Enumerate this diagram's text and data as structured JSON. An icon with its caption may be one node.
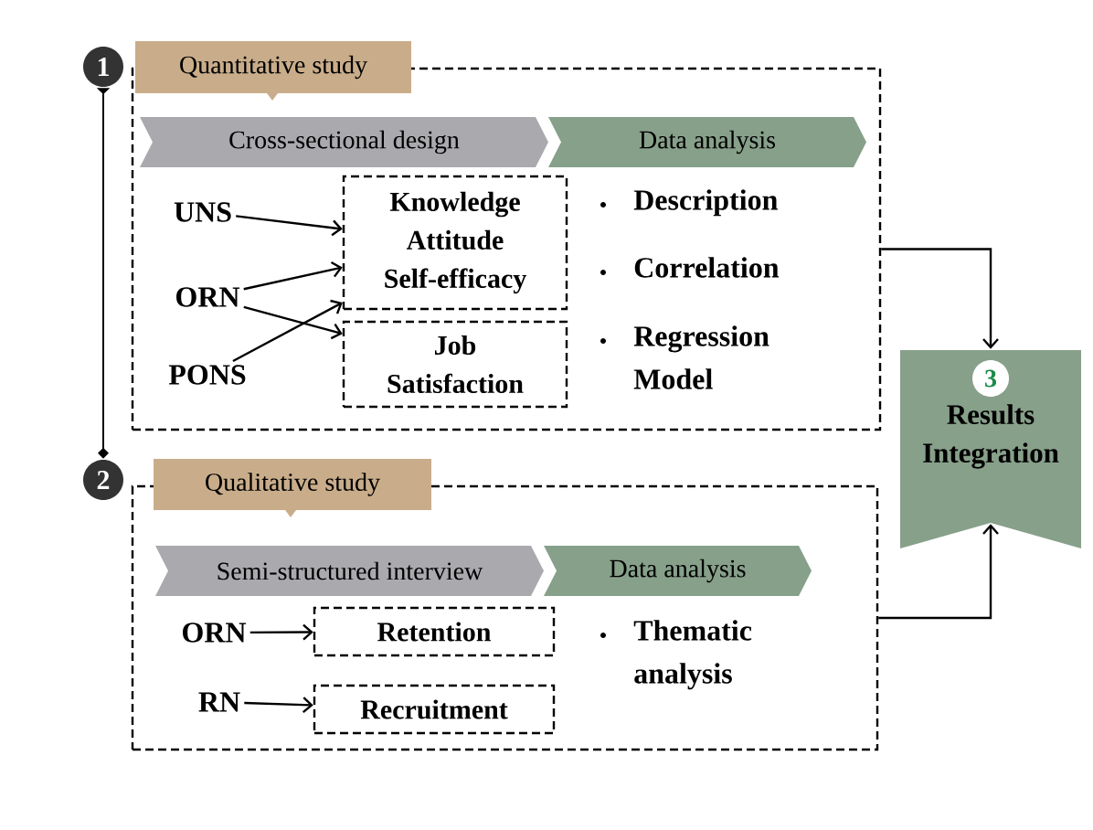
{
  "diagram": {
    "nodes": [
      {
        "text": [
          "1"
        ]
      },
      {
        "text": [],
        "shape": "box"
      },
      {
        "text": [
          "Quantitative study"
        ]
      },
      {
        "text": [
          "Cross-sectional design"
        ],
        "in": 1
      },
      {
        "text": [
          "Data analysis"
        ],
        "in": 1
      },
      {
        "text": [
          "UNS"
        ],
        "in": 1
      },
      {
        "text": [
          "ORN"
        ],
        "in": 1
      },
      {
        "text": [
          "PONS"
        ],
        "in": 1
      },
      {
        "text": [
          "Knowledge",
          "Attitude",
          "Self-efficacy"
        ],
        "in": 1
      },
      {
        "text": [
          "Job Satisfaction"
        ],
        "in": 1
      },
      {
        "text": [
          "2"
        ]
      },
      {
        "text": [],
        "shape": "box"
      },
      {
        "text": [
          "Qualitative study"
        ]
      },
      {
        "text": [
          "Semi-structured interview"
        ],
        "in": 11
      },
      {
        "text": [
          "Data analysis"
        ],
        "in": 11
      },
      {
        "text": [
          "ORN"
        ],
        "in": 11
      },
      {
        "text": [
          "Retention"
        ],
        "in": 11
      },
      {
        "text": [
          "RN"
        ],
        "in": 11
      },
      {
        "text": [
          "Recruitment"
        ],
        "in": 11
      },
      {
        "text": [
          "Results Integration"
        ]
      },
      {
        "text": [
          "3"
        ],
        "in": 19
      }
    ],
    "edges": [
      {
        "from": 0,
        "to": 10,
        "arrow": "other"
      },
      {
        "from": 5,
        "to": 8,
        "arrow": "to"
      },
      {
        "from": 6,
        "to": 8,
        "arrow": "to"
      },
      {
        "from": 6,
        "to": 9,
        "arrow": "to"
      },
      {
        "from": 7,
        "to": 8,
        "arrow": "to"
      },
      {
        "from": 15,
        "to": 16,
        "arrow": "to"
      },
      {
        "from": 17,
        "to": 18,
        "arrow": "to"
      },
      {
        "from": 1,
        "to": 19,
        "arrow": "to"
      },
      {
        "from": 11,
        "to": 19,
        "arrow": "to"
      }
    ],
    "labels": [
      "Description",
      "Correlation",
      "Regression Model",
      "Thematic analysis"
    ]
  }
}
